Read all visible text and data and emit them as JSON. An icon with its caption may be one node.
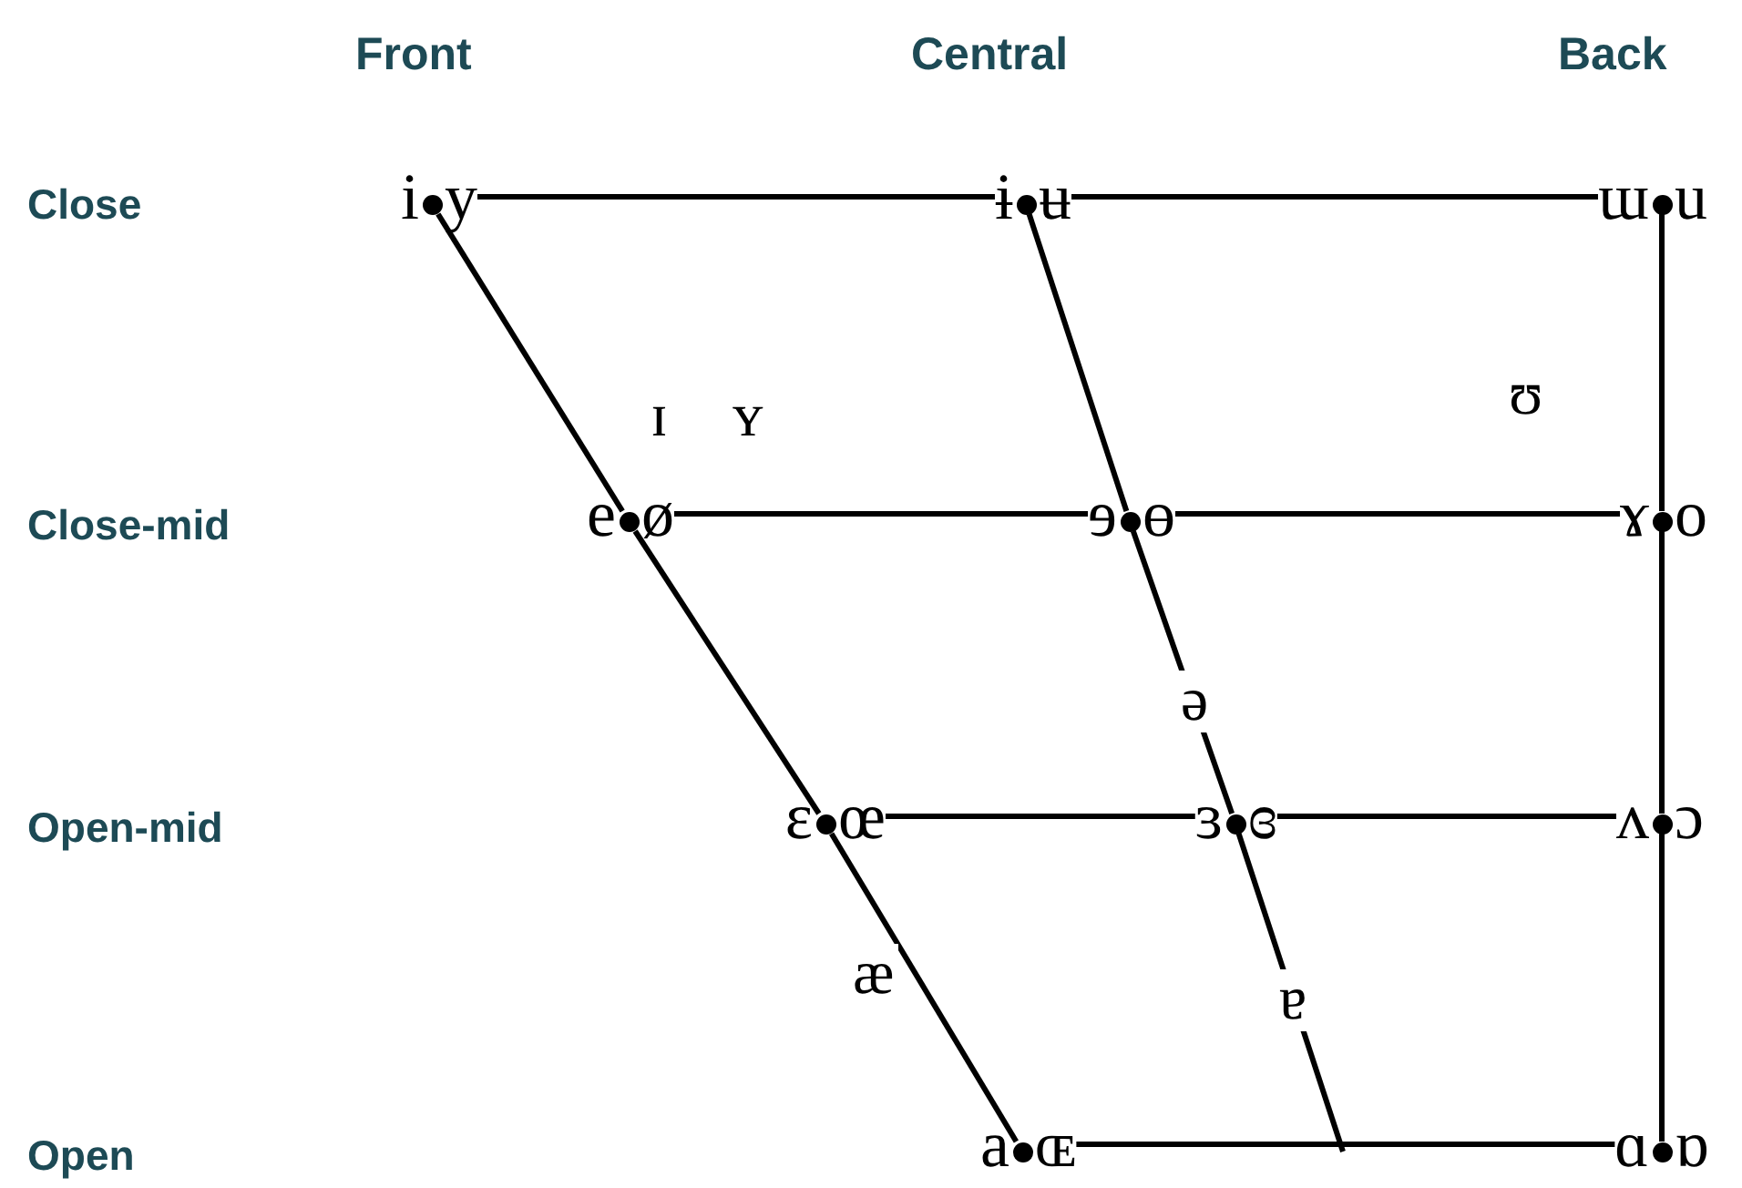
{
  "diagram": {
    "nodes": [
      {
        "text": [
          "i"
        ]
      },
      {
        "text": [],
        "shape": "circle"
      },
      {
        "text": [
          "y"
        ]
      },
      {
        "text": [
          "ɨ"
        ]
      },
      {
        "text": [],
        "shape": "circle"
      },
      {
        "text": [
          "ʉ"
        ]
      },
      {
        "text": [
          "ɯ"
        ]
      },
      {
        "text": [],
        "shape": "circle"
      },
      {
        "text": [
          "u"
        ]
      },
      {
        "text": [
          "e"
        ]
      },
      {
        "text": [],
        "shape": "circle"
      },
      {
        "text": [
          "ø"
        ]
      },
      {
        "text": [
          "ɘ"
        ]
      },
      {
        "text": [],
        "shape": "circle"
      },
      {
        "text": [
          "ɵ"
        ]
      },
      {
        "text": [
          "ɤ"
        ]
      },
      {
        "text": [],
        "shape": "circle"
      },
      {
        "text": [
          "o"
        ]
      },
      {
        "text": [
          "ɛ"
        ]
      },
      {
        "text": [],
        "shape": "circle"
      },
      {
        "text": [
          "œ"
        ]
      },
      {
        "text": [
          "ɜ"
        ]
      },
      {
        "text": [],
        "shape": "circle"
      },
      {
        "text": [
          "ɞ"
        ]
      },
      {
        "text": [
          "ʌ"
        ]
      },
      {
        "text": [],
        "shape": "circle"
      },
      {
        "text": [
          "ɔ"
        ]
      },
      {
        "text": [
          "a"
        ]
      },
      {
        "text": [],
        "shape": "circle"
      },
      {
        "text": [
          "ɶ"
        ]
      },
      {
        "text": [
          "ɑ"
        ]
      },
      {
        "text": [],
        "shape": "circle"
      },
      {
        "text": [
          "ɒ"
        ]
      }
    ],
    "edges": [
      {
        "from": 2,
        "to": 3,
        "arrow": "none"
      },
      {
        "from": 5,
        "to": 6,
        "arrow": "none"
      },
      {
        "from": 11,
        "to": 12,
        "arrow": "none"
      },
      {
        "from": 14,
        "to": 15,
        "arrow": "none"
      },
      {
        "from": 20,
        "to": 21,
        "arrow": "none"
      },
      {
        "from": 23,
        "to": 24,
        "arrow": "none"
      },
      {
        "from": 29,
        "to": 30,
        "arrow": "none"
      },
      {
        "from": 1,
        "to": 10,
        "arrow": "none"
      },
      {
        "from": 10,
        "to": 19,
        "arrow": "none"
      },
      {
        "from": 19,
        "to": 28,
        "arrow": "none"
      },
      {
        "from": 4,
        "to": 13,
        "arrow": "none"
      },
      {
        "from": 13,
        "to": 22,
        "arrow": "none"
      },
      {
        "from": 22,
        "to": null,
        "arrow": "none"
      },
      {
        "from": 7,
        "to": 16,
        "arrow": "none"
      },
      {
        "from": 16,
        "to": 25,
        "arrow": "none"
      },
      {
        "from": 25,
        "to": 31,
        "arrow": "none"
      }
    ],
    "labels": [
      "Front",
      "Central",
      "Back",
      "Close",
      "ɪ",
      "ʏ",
      "ʊ",
      "Close-mid",
      "ə",
      "Open-mid",
      "æ",
      "ɐ",
      "Open"
    ]
  }
}
